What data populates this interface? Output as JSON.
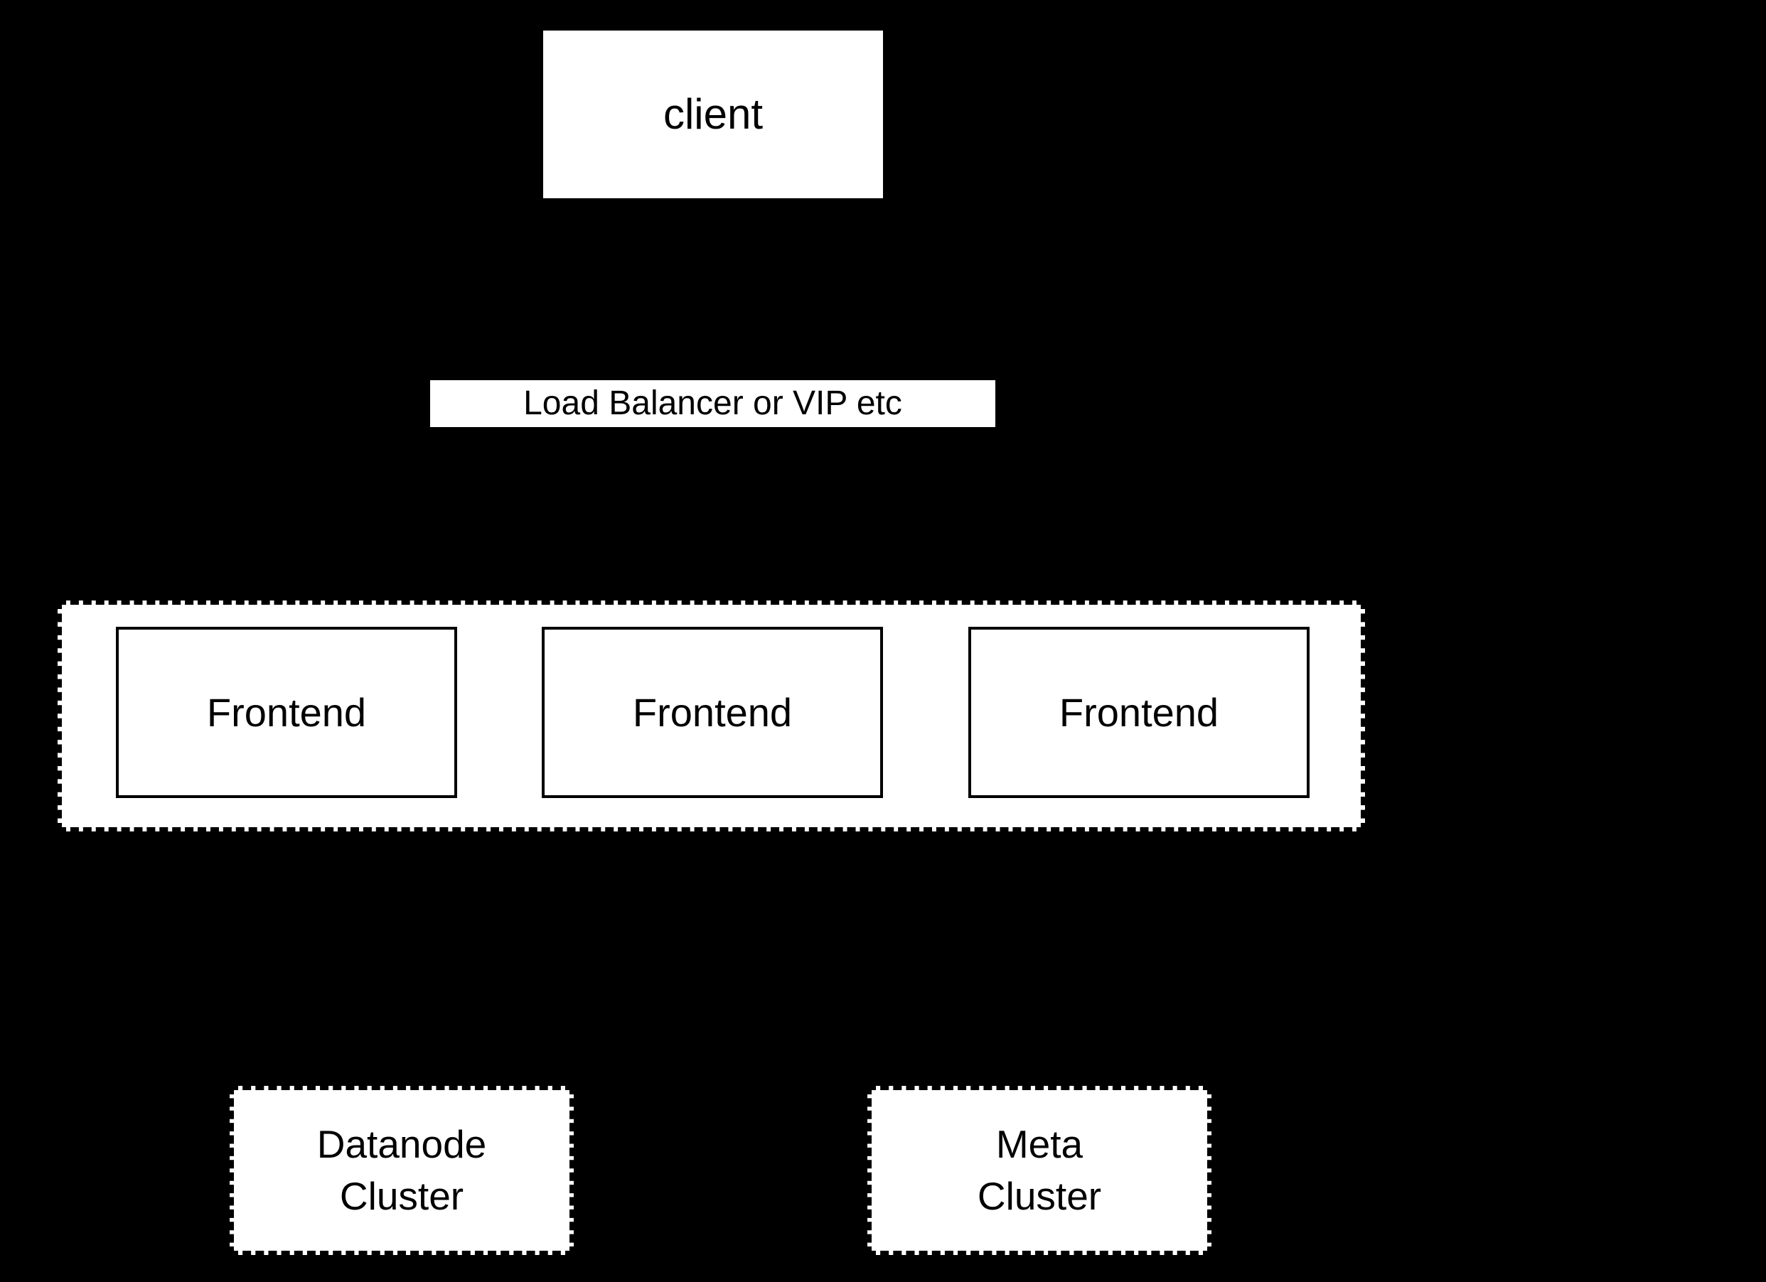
{
  "diagram": {
    "colors": {
      "background": "#000000",
      "node_fill": "#ffffff",
      "node_border": "#000000",
      "text": "#000000"
    },
    "nodes": {
      "client": {
        "label": "client"
      },
      "load_balancer": {
        "label": "Load Balancer or VIP etc"
      },
      "frontend_group": {
        "frontends": [
          {
            "label": "Frontend"
          },
          {
            "label": "Frontend"
          },
          {
            "label": "Frontend"
          }
        ]
      },
      "datanode_cluster": {
        "label": "Datanode\nCluster"
      },
      "meta_cluster": {
        "label": "Meta\nCluster"
      }
    }
  }
}
